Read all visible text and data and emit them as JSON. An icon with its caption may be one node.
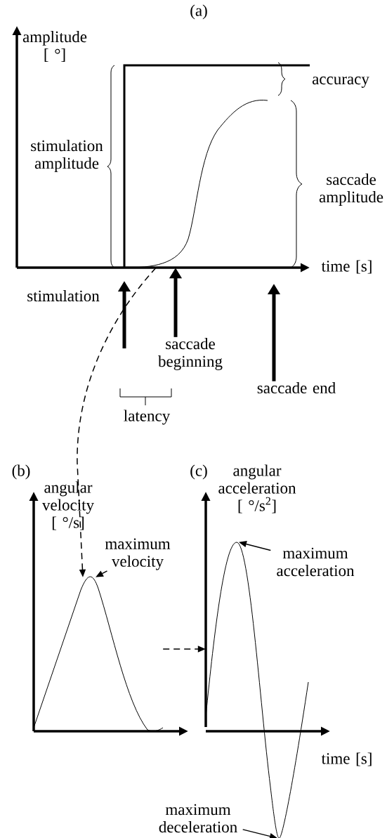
{
  "diagram": {
    "nodes": [
      {
        "text": [],
        "shape": "curve"
      },
      {
        "text": [
          "saccade beginning"
        ]
      },
      {
        "text": [
          "saccade end"
        ]
      },
      {
        "text": [
          "maximum velocity"
        ]
      },
      {
        "text": [],
        "shape": "curve"
      },
      {
        "text": [
          "maximum acceleration"
        ]
      },
      {
        "text": [],
        "shape": "curve"
      },
      {
        "text": [
          "maximum deceleration"
        ]
      }
    ],
    "edges": [
      {
        "from": 1,
        "to": 0,
        "arrow": "to",
        "style": "thick"
      },
      {
        "from": 2,
        "to": null,
        "arrow": "to",
        "style": "thick"
      },
      {
        "from": 0,
        "to": 4,
        "arrow": "to",
        "style": "dashed"
      },
      {
        "from": 4,
        "to": 6,
        "arrow": "to",
        "style": "dashed"
      },
      {
        "from": 3,
        "to": 4,
        "arrow": "to"
      },
      {
        "from": 5,
        "to": 6,
        "arrow": "to"
      },
      {
        "from": 7,
        "to": 6,
        "arrow": "to"
      }
    ],
    "labels": [
      "(a)",
      "amplitude [ °]",
      "accuracy",
      "stimulation amplitude",
      "saccade amplitude",
      "time [s]",
      "stimulation",
      "latency",
      "(b)",
      "(c)",
      "angular velocity [ °/s]",
      "angular acceleration [ °/s$^{2}$]",
      "time [s]"
    ]
  }
}
